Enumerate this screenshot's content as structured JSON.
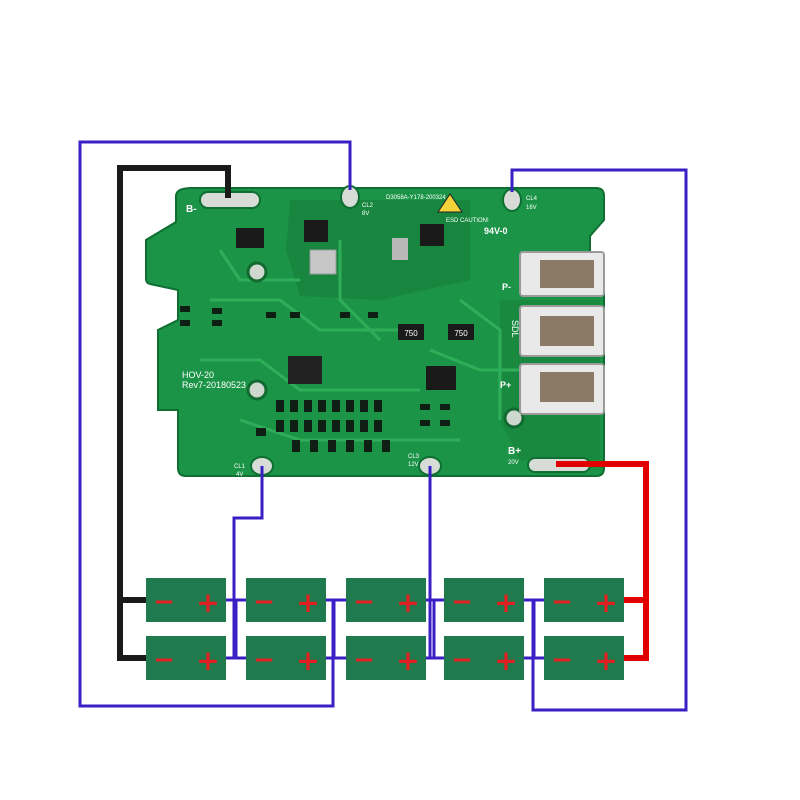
{
  "board": {
    "model": "HOV-20",
    "revision": "Rev7-20180523",
    "part_number": "D3058A-Y178-200324",
    "flammability": "94V-0",
    "esd_caution": "ESD CAUTION!",
    "pads": {
      "b_minus": "B-",
      "b_plus": "B+",
      "b_plus_voltage": "20V",
      "cl1": "CL1",
      "cl1_voltage": "4V",
      "cl2": "CL2",
      "cl2_voltage": "8V",
      "cl3": "CL3",
      "cl3_voltage": "12V",
      "cl4": "CL4",
      "cl4_voltage": "16V",
      "p_minus": "P-",
      "p_plus": "P+",
      "sdl": "SDL"
    },
    "resistor_labels": [
      "750",
      "750"
    ]
  },
  "cells": {
    "minus_sign": "−",
    "plus_sign": "+",
    "color": "#1f7a4d",
    "sign_color": "#e02020"
  },
  "wires": {
    "black": "#1a1a1a",
    "red": "#e00000",
    "blue": "#3a1fc4"
  }
}
